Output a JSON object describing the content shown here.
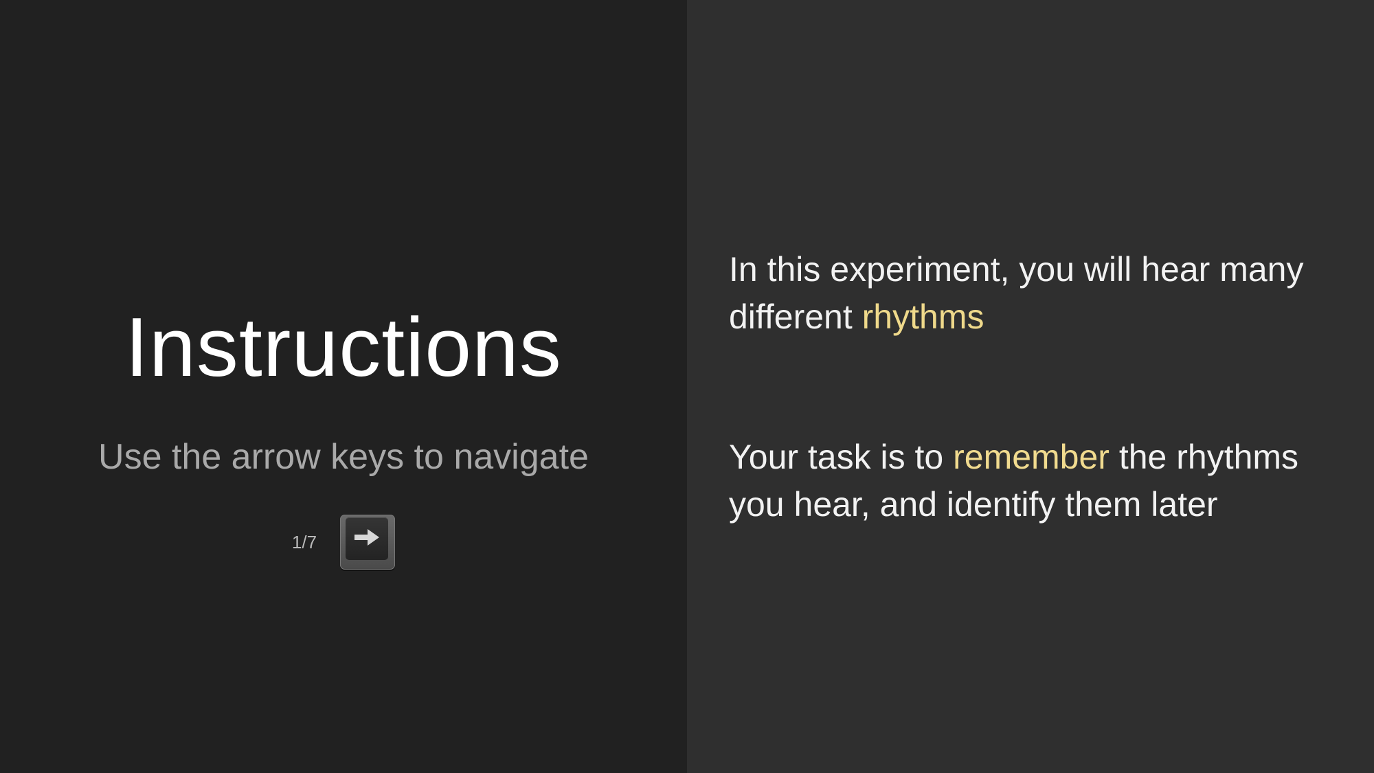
{
  "left": {
    "title": "Instructions",
    "subtitle": "Use the arrow keys to navigate",
    "page_counter": "1/7",
    "next_key_icon": "right-arrow-key-icon"
  },
  "right": {
    "paragraph1": {
      "before": "In this experiment, you will hear many different ",
      "highlight": "rhythms",
      "after": ""
    },
    "paragraph2": {
      "before": "Your task is to ",
      "highlight": "remember",
      "after": " the rhythms you hear, and identify them later"
    }
  },
  "colors": {
    "left_background": "#212121",
    "right_background": "#2f2f2f",
    "highlight": "#efd98b",
    "title": "#ffffff",
    "subtitle": "#a9a9a9"
  }
}
